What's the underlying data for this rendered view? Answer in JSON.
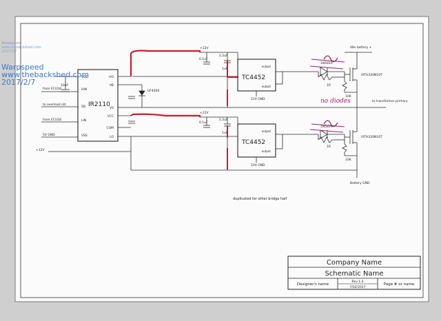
{
  "watermark": {
    "user": "Warpspeed",
    "site": "www.thebackshed.com",
    "date": "2017/2/7",
    "small_lines": [
      "Warpspeed",
      "www.thebackshed.com",
      "2017/2/7"
    ]
  },
  "chips": {
    "driver": {
      "label": "IR2110",
      "pins_left": [
        "VDD",
        "HIN",
        "SD",
        "LIN",
        "VSS"
      ],
      "pins_right": [
        "HO",
        "VB",
        "VS",
        "VCC",
        "COM",
        "LO"
      ]
    },
    "gate_top": {
      "label": "TC4452",
      "pins": [
        "output",
        "output"
      ]
    },
    "gate_bottom": {
      "label": "TC4452",
      "pins": [
        "output",
        "output"
      ]
    }
  },
  "labels": {
    "from_ecu18_top": "from ECU18",
    "from_overload": "to overload ckt",
    "from_ecu18_bottom": "from ECU18",
    "five_v_gnd": "5V GND",
    "plus12v_left": "+12V",
    "cap_10uf": "10uF",
    "cap_01_top": "0.1uF",
    "cap_01_bot": "0.1uF",
    "cap_22_top": "2.2uF",
    "cap_22_bot": "2.2uF",
    "cap_1u_top": "1uF",
    "cap_1u_bot": "1uF",
    "plus12v_top": "+12V",
    "plus12v_bot": "+12V",
    "gnd_12v_top": "12V GND",
    "gnd_12v_bot": "12V GND",
    "diode_uf4004": "UF4004",
    "diode_top": "1N5819",
    "diode_bot": "1N5819",
    "res_1r_top": "1R",
    "res_1r_bot": "1R",
    "res_10k_top": "10K",
    "res_10k_bot": "10K",
    "mosfet_top": "IXTH320N10T",
    "mosfet_bot": "IXTH320N10T",
    "battery_plus": "48v battery +",
    "to_transformer": "to transformer primary",
    "battery_gnd": "Battery GND",
    "no_diodes": "no diodes",
    "duplicated": "duplicated for other bridge half",
    "pin_ho": "HO",
    "pin_vb": "VB",
    "pin_vs": "VS",
    "pin_vcc": "VCC",
    "pin_com": "COM",
    "pin_lo": "LO"
  },
  "title_block": {
    "company": "Company Name",
    "schematic": "Schematic Name",
    "designer": "Designer's name",
    "rev": "Rev 1.0",
    "date": "7/02/2017",
    "page": "Page # or name"
  },
  "colors": {
    "paper": "#fbfbfb",
    "background": "#cfcfcf",
    "wire": "#2a2a2a",
    "red_wire": "#d0182a",
    "pen": "#a01c6a",
    "watermark": "#3a78c8"
  }
}
